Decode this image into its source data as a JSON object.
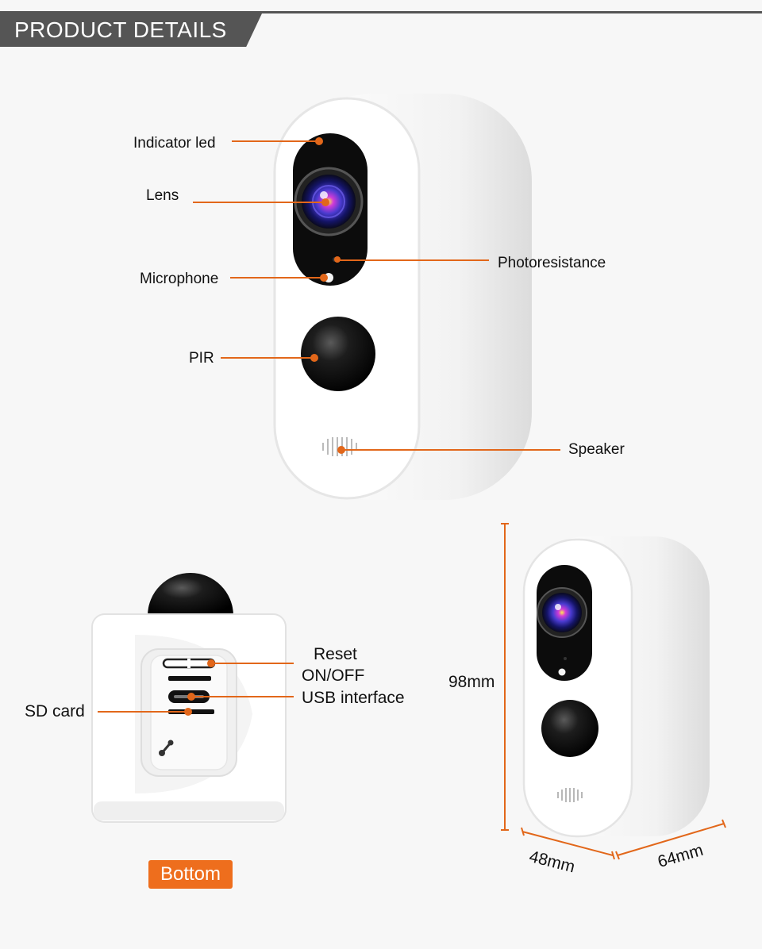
{
  "header": {
    "title": "PRODUCT DETAILS"
  },
  "front_labels": {
    "indicator_led": "Indicator led",
    "lens": "Lens",
    "microphone": "Microphone",
    "photoresistance": "Photoresistance",
    "pir": "PIR",
    "speaker": "Speaker"
  },
  "bottom_labels": {
    "reset": "Reset",
    "on_off": "ON/OFF",
    "usb_interface": "USB interface",
    "sd_card": "SD card",
    "badge": "Bottom"
  },
  "dimensions": {
    "height": "98mm",
    "width": "48mm",
    "depth": "64mm"
  },
  "colors": {
    "accent": "#e2671a",
    "banner": "#555555",
    "badge": "#ee6e1d"
  }
}
